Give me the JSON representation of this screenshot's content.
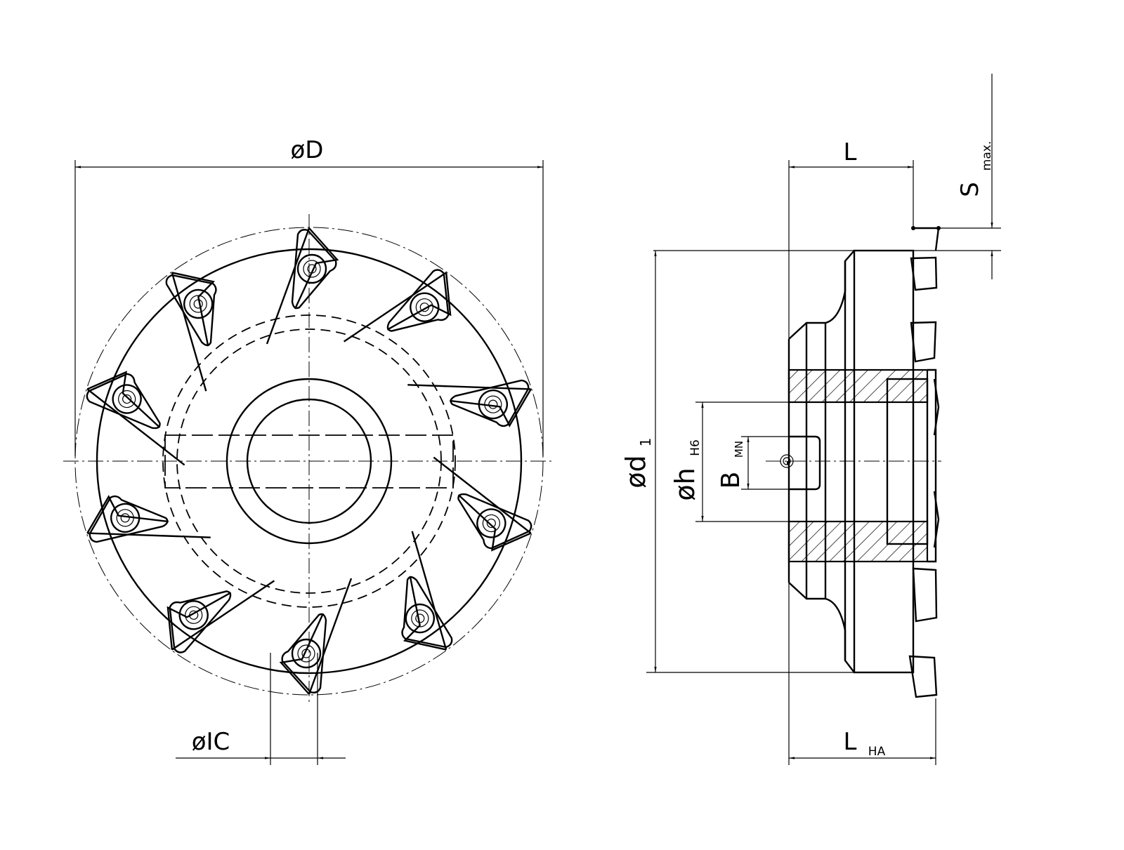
{
  "dimensions": {
    "outer_diameter": "øD",
    "length": "L",
    "s_max": "S",
    "s_max_sub": "max.",
    "d1": "ød",
    "d1_sub": "1",
    "bore": "øh",
    "bore_sub": "H6",
    "keyway": "B",
    "keyway_sub": "MN",
    "insert_ic": "øIC",
    "length_ha": "L",
    "length_ha_sub": "HA"
  },
  "insert_count": 10
}
